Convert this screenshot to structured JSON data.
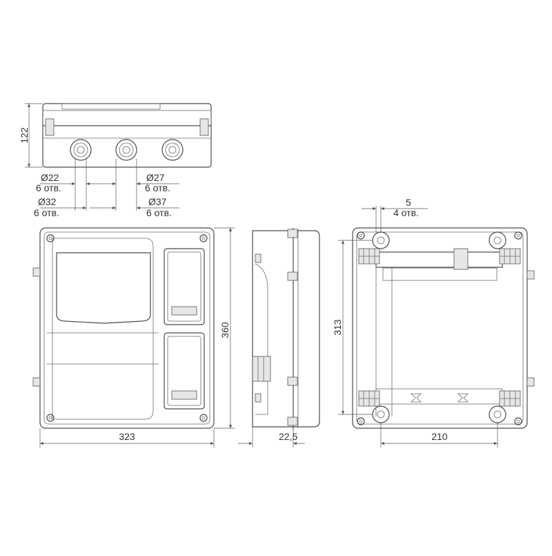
{
  "dimensions": {
    "height_top": "122",
    "d22": "Ø22",
    "d22_holes": "6 отв.",
    "d27": "Ø27",
    "d27_holes": "6 отв.",
    "d32": "Ø32",
    "d32_holes": "6 отв.",
    "d37": "Ø37",
    "d37_holes": "6 отв.",
    "height_front": "360",
    "width_front": "323",
    "depth_side": "22,5",
    "mount_hole": "5",
    "mount_holes": "4 отв.",
    "mount_height": "313",
    "mount_width": "210"
  },
  "colors": {
    "line": "#4a4a4a",
    "fill": "#e6e6e6"
  }
}
